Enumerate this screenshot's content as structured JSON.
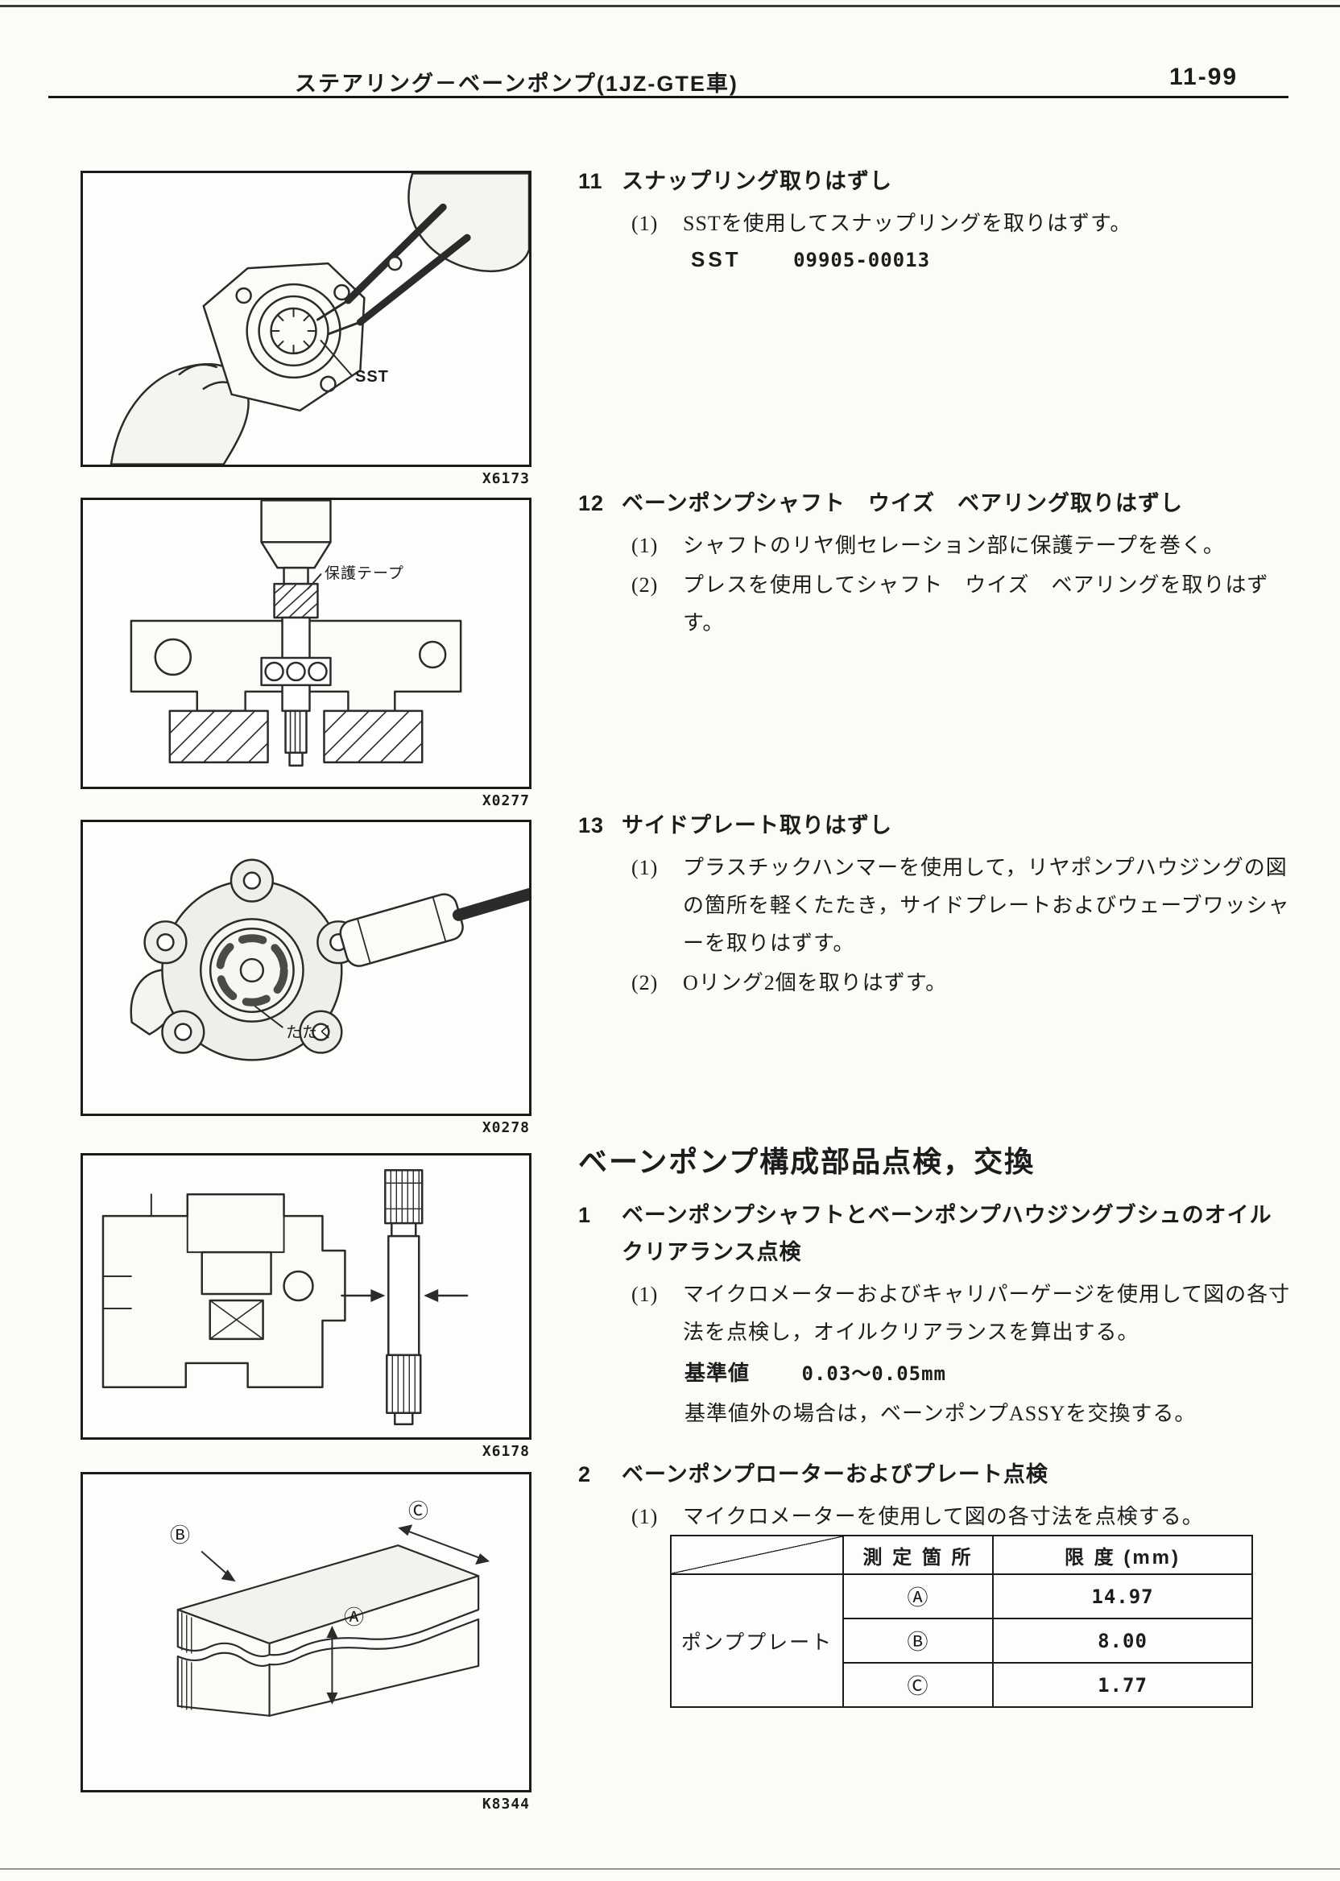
{
  "header": {
    "title": "ステアリング－ベーンポンプ(1JZ-GTE車)",
    "page_number": "11-99"
  },
  "figures": {
    "fig1": {
      "code": "X6173",
      "callout_sst": "SST"
    },
    "fig2": {
      "code": "X0277",
      "callout_tape": "保護テープ"
    },
    "fig3": {
      "code": "X0278",
      "callout_hit": "たたく"
    },
    "fig4": {
      "code": "X6178"
    },
    "fig5": {
      "code": "K8344",
      "callout_a": "Ⓐ",
      "callout_b": "Ⓑ",
      "callout_c": "Ⓒ"
    }
  },
  "sections": {
    "s11": {
      "number": "11",
      "title": "スナップリング取りはずし",
      "step1_num": "(1)",
      "step1": "SSTを使用してスナップリングを取りはずす。",
      "sst_label": "SST",
      "sst_value": "09905-00013"
    },
    "s12": {
      "number": "12",
      "title": "ベーンポンプシャフト　ウイズ　ベアリング取りはずし",
      "step1_num": "(1)",
      "step1": "シャフトのリヤ側セレーション部に保護テープを巻く。",
      "step2_num": "(2)",
      "step2": "プレスを使用してシャフト　ウイズ　ベアリングを取りはずす。"
    },
    "s13": {
      "number": "13",
      "title": "サイドプレート取りはずし",
      "step1_num": "(1)",
      "step1": "プラスチックハンマーを使用して，リヤポンプハウジングの図の箇所を軽くたたき，サイドプレートおよびウェーブワッシャーを取りはずす。",
      "step2_num": "(2)",
      "step2": "Oリング2個を取りはずす。"
    }
  },
  "inspection": {
    "heading": "ベーンポンプ構成部品点検，交換",
    "item1": {
      "number": "1",
      "title": "ベーンポンプシャフトとベーンポンプハウジングブシュのオイルクリアランス点検",
      "step1_num": "(1)",
      "step1": "マイクロメーターおよびキャリパーゲージを使用して図の各寸法を点検し，オイルクリアランスを算出する。",
      "spec_label": "基準値",
      "spec_value": "0.03～0.05mm",
      "note": "基準値外の場合は，ベーンポンプASSYを交換する。"
    },
    "item2": {
      "number": "2",
      "title": "ベーンポンプローターおよびプレート点検",
      "step1_num": "(1)",
      "step1": "マイクロメーターを使用して図の各寸法を点検する。"
    }
  },
  "table": {
    "header_point": "測 定 箇 所",
    "header_limit": "限 度 (mm)",
    "row_label": "ポンププレート",
    "rows": [
      {
        "point": "Ⓐ",
        "limit": "14.97"
      },
      {
        "point": "Ⓑ",
        "limit": "8.00"
      },
      {
        "point": "Ⓒ",
        "limit": "1.77"
      }
    ]
  }
}
